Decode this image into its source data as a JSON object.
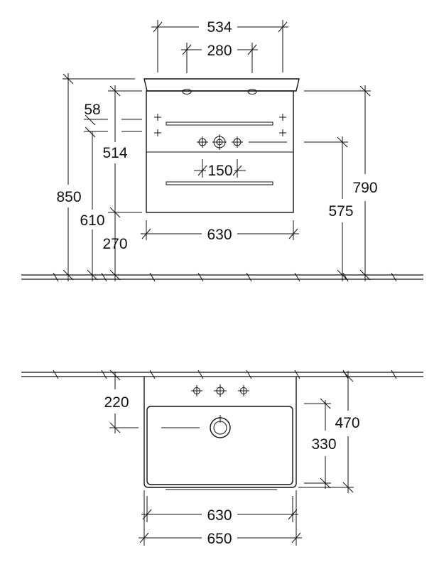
{
  "front_view": {
    "dimensions": {
      "basin_width": "534",
      "tap_hole_spacing": "280",
      "top_offset": "58",
      "height_514": "514",
      "height_850": "850",
      "height_610": "610",
      "height_270": "270",
      "cabinet_width": "630",
      "drain_spacing": "150",
      "height_790": "790",
      "height_575": "575"
    }
  },
  "top_view": {
    "dimensions": {
      "depth_220": "220",
      "depth_470": "470",
      "bowl_depth": "330",
      "inner_width": "630",
      "outer_width": "650"
    }
  }
}
